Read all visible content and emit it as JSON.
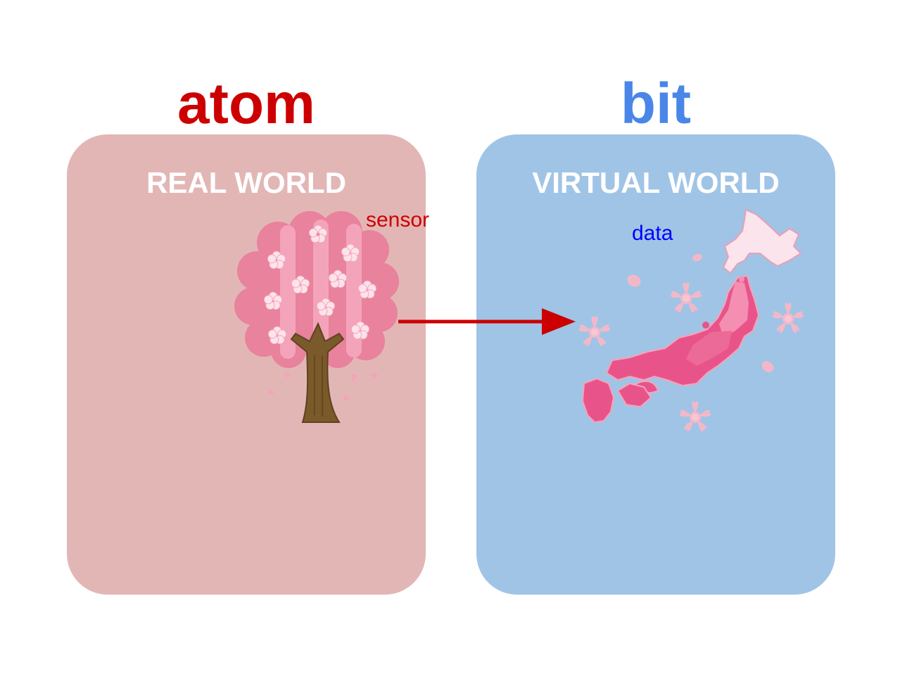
{
  "headings": {
    "left": "atom",
    "right": "bit"
  },
  "panels": {
    "left": {
      "title": "REAL WORLD"
    },
    "right": {
      "title": "VIRTUAL WORLD"
    }
  },
  "labels": {
    "sensor": "sensor",
    "data": "data"
  },
  "colors": {
    "atom_heading": "#cc0000",
    "bit_heading": "#4a86e8",
    "real_panel": "#e3b6b6",
    "virtual_panel": "#a0c4e6",
    "sensor_label": "#cc0000",
    "data_label": "#0000ff",
    "arrow": "#cc0000",
    "blossom": "#f3b8c8",
    "map_pink": "#e8548a",
    "tree_trunk": "#7a5a2a"
  },
  "icons": {
    "tree": "cherry-blossom-tree-icon",
    "map": "japan-sakura-map-icon",
    "arrow": "right-arrow-icon"
  }
}
